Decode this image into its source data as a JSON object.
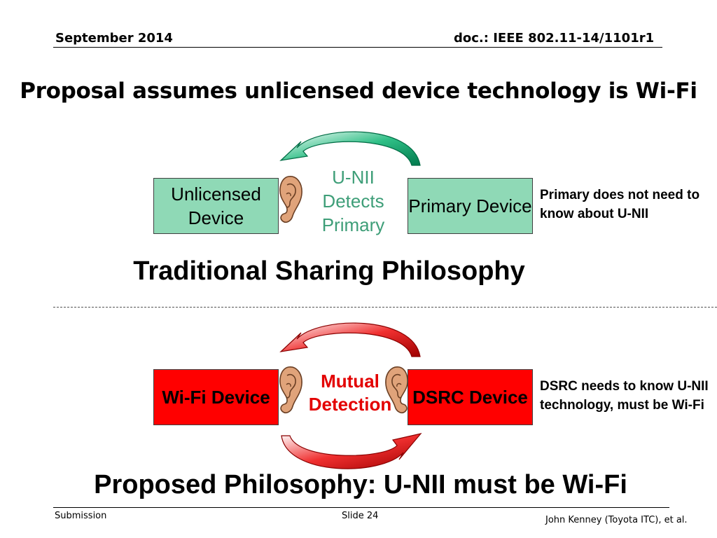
{
  "header": {
    "date": "September 2014",
    "doc": "doc.: IEEE 802.11-14/1101r1"
  },
  "title": "Proposal assumes unlicensed device technology is Wi-Fi",
  "traditional": {
    "left_box": "Unlicensed Device",
    "right_box": "Primary Device",
    "center": "U-NII Detects Primary",
    "note": "Primary does not need to know about U-NII",
    "caption": "Traditional Sharing Philosophy",
    "arrow_color": "#00a36c",
    "box_color": "#8fd9b6",
    "icons": [
      "ear-icon",
      "curved-arrow-icon"
    ]
  },
  "proposed": {
    "left_box": "Wi-Fi Device",
    "right_box": "DSRC Device",
    "center": "Mutual Detection",
    "note": "DSRC needs to know U-NII technology, must be Wi-Fi",
    "caption": "Proposed Philosophy: U-NII must be Wi-Fi",
    "arrow_color": "#e30000",
    "box_color": "#ff0000",
    "icons": [
      "ear-icon",
      "curved-arrow-icon"
    ]
  },
  "footer": {
    "submission": "Submission",
    "slide": "Slide 24",
    "author": "John Kenney (Toyota ITC), et al."
  }
}
